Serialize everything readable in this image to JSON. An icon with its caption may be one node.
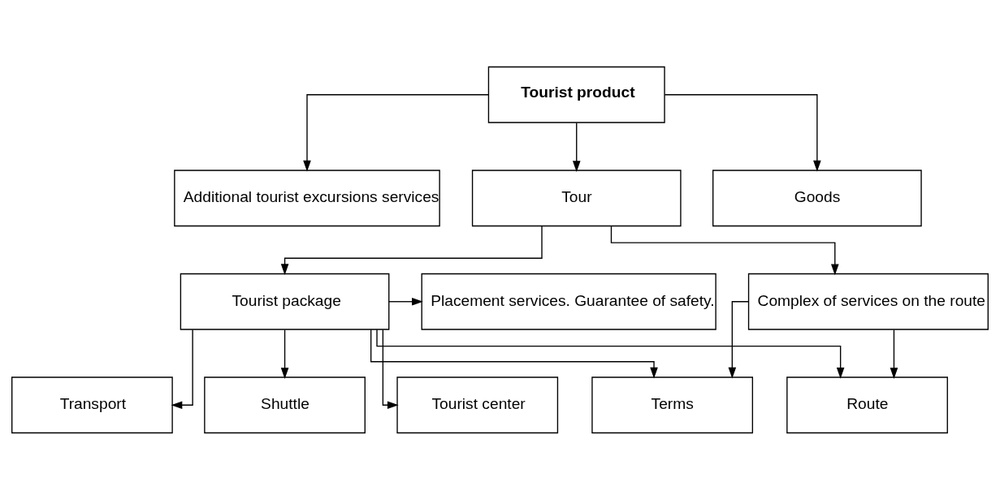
{
  "diagram": {
    "nodes": [
      {
        "text": [
          "Tourist product"
        ]
      },
      {
        "text": [
          "Additional tourist excursions services"
        ]
      },
      {
        "text": [
          "Tour"
        ]
      },
      {
        "text": [
          "Goods"
        ]
      },
      {
        "text": [
          "Placement services. Guarantee of safety."
        ]
      },
      {
        "text": [
          "Tourist package"
        ]
      },
      {
        "text": [
          "Complex of services on the route"
        ]
      },
      {
        "text": [
          "Transport"
        ]
      },
      {
        "text": [
          "Shuttle"
        ]
      },
      {
        "text": [
          "Tourist center"
        ]
      },
      {
        "text": [
          "Route"
        ]
      },
      {
        "text": [
          "Terms"
        ]
      }
    ],
    "edges": [
      {
        "from": 0,
        "to": 1,
        "arrow": "to"
      },
      {
        "from": 0,
        "to": 2,
        "arrow": "to"
      },
      {
        "from": 0,
        "to": 3,
        "arrow": "to"
      },
      {
        "from": 2,
        "to": 5,
        "arrow": "to"
      },
      {
        "from": 2,
        "to": 6,
        "arrow": "to"
      },
      {
        "from": 5,
        "to": 4,
        "arrow": "to"
      },
      {
        "from": 5,
        "to": 7,
        "arrow": "to"
      },
      {
        "from": 5,
        "to": 8,
        "arrow": "to"
      },
      {
        "from": 5,
        "to": 9,
        "arrow": "to"
      },
      {
        "from": 5,
        "to": 10,
        "arrow": "to"
      },
      {
        "from": 5,
        "to": 11,
        "arrow": "to"
      },
      {
        "from": 6,
        "to": 10,
        "arrow": "to"
      },
      {
        "from": 6,
        "to": 11,
        "arrow": "to"
      }
    ]
  }
}
